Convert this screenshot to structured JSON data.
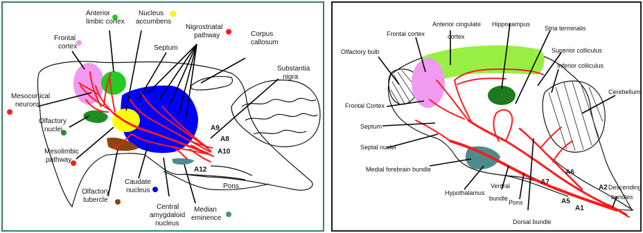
{
  "left_panel": {
    "labels": {
      "anterior_limbic_cortex": [
        "Anterior",
        "limbic cortex"
      ],
      "nucleus_accumbens": [
        "Nucleus",
        "accumbens"
      ],
      "nigrostriatal_pathway": [
        "Nigrostriatal",
        "pathway"
      ],
      "corpus_callosum": [
        "Corpus",
        "callosum"
      ],
      "frontal_cortex": [
        "Frontal",
        "cortex"
      ],
      "septum": "Septum",
      "substantia_nigra": [
        "Substantia",
        "nigra"
      ],
      "mesocortical_neurons": [
        "Mesocortical",
        "neurons"
      ],
      "olfactory_nuclei": [
        "Olfactory",
        "nuclei"
      ],
      "mesolimbic_pathway": [
        "Mesolimbic",
        "pathway"
      ],
      "olfactory_tubercle": [
        "Olfactory",
        "tubercle"
      ],
      "caudate_nucleus": [
        "Caudate",
        "nucleus"
      ],
      "central_amygdaloid_nucleus": [
        "Central",
        "amygdaloid",
        "nucleus"
      ],
      "median_eminence": [
        "Median",
        "eminence"
      ],
      "pons": "Pons",
      "a9": "A9",
      "a8": "A8",
      "a10": "A10",
      "a12": "A12"
    },
    "colors": {
      "frontal_cortex": "#f09af0",
      "anterior_limbic_cortex": "#22cc22",
      "nucleus_accumbens": "#ffff00",
      "caudate_nucleus": "#0000ff",
      "olfactory_nuclei": "#228b22",
      "olfactory_tubercle": "#8b4513",
      "median_eminence": "#4d8c8c",
      "pathway": "#ff1a1a",
      "neurons_dot": "#ff1a1a"
    }
  },
  "right_panel": {
    "labels": {
      "anterior_cingulate_cortex": [
        "Anterior cingulate",
        "cortex"
      ],
      "hippocampus": "Hippocampus",
      "stria_terminalis": "Stria terminalis",
      "frontal_cortex": "Frontal cortex",
      "superior_colliculus": "Superior colliculus",
      "inferior_colliculus": "Inferior colliculus",
      "olfactory_bulb": "Olfactory bulb",
      "cerebellum": "Cerebellum",
      "frontal_cortex_2": "Frontal Cortex",
      "septum": "Septum",
      "septal_nuclei": "Septal nuclei",
      "medial_forebrain_bundle": "Medial forebrain bundle",
      "hypothalamus": "Hypothalamus",
      "ventral_bundle": [
        "Ventral",
        "bundle"
      ],
      "pons": "Pons",
      "dorsal_bundle": "Dorsal bundle",
      "descending_bundles": [
        "Descending",
        "bundles"
      ],
      "a1": "A1",
      "a2": "A2",
      "a5": "A5",
      "a6": "A6",
      "a7": "A7"
    },
    "colors": {
      "cingulate_cortex": "#99ee44",
      "frontal_cortex": "#f09af0",
      "hippocampus": "#1e7a1e",
      "hypothalamus": "#4d8c8c",
      "pathway": "#ff1a1a"
    }
  }
}
